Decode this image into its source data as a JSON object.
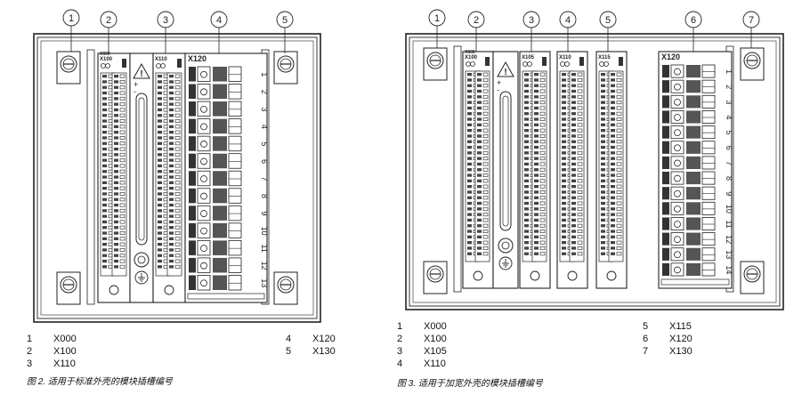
{
  "figure_left": {
    "callouts": [
      "1",
      "2",
      "3",
      "4",
      "5"
    ],
    "slot_labels": [
      "X000",
      "X100",
      "X110",
      "X120"
    ],
    "terminal_numbers": [
      "1",
      "2",
      "3",
      "4",
      "5",
      "6",
      "7",
      "8",
      "9",
      "10",
      "11",
      "12",
      "13"
    ],
    "legend_col1": [
      {
        "num": "1",
        "label": "X000"
      },
      {
        "num": "2",
        "label": "X100"
      },
      {
        "num": "3",
        "label": "X110"
      }
    ],
    "legend_col2": [
      {
        "num": "4",
        "label": "X120"
      },
      {
        "num": "5",
        "label": "X130"
      }
    ],
    "caption": "图 2. 适用于标准外壳的模块插槽编号"
  },
  "figure_right": {
    "callouts": [
      "1",
      "2",
      "3",
      "4",
      "5",
      "6",
      "7"
    ],
    "slot_labels": [
      "X000",
      "X100",
      "X105",
      "X110",
      "X115",
      "X120"
    ],
    "terminal_numbers": [
      "1",
      "2",
      "3",
      "4",
      "5",
      "6",
      "7",
      "8",
      "9",
      "10",
      "11",
      "12",
      "13",
      "14"
    ],
    "legend_col1": [
      {
        "num": "1",
        "label": "X000"
      },
      {
        "num": "2",
        "label": "X100"
      },
      {
        "num": "3",
        "label": "X105"
      },
      {
        "num": "4",
        "label": "X110"
      }
    ],
    "legend_col2": [
      {
        "num": "5",
        "label": "X115"
      },
      {
        "num": "6",
        "label": "X120"
      },
      {
        "num": "7",
        "label": "X130"
      }
    ],
    "caption": "图 3. 适用于加宽外壳的模块插槽编号"
  },
  "symbols": [
    "+",
    "-"
  ]
}
